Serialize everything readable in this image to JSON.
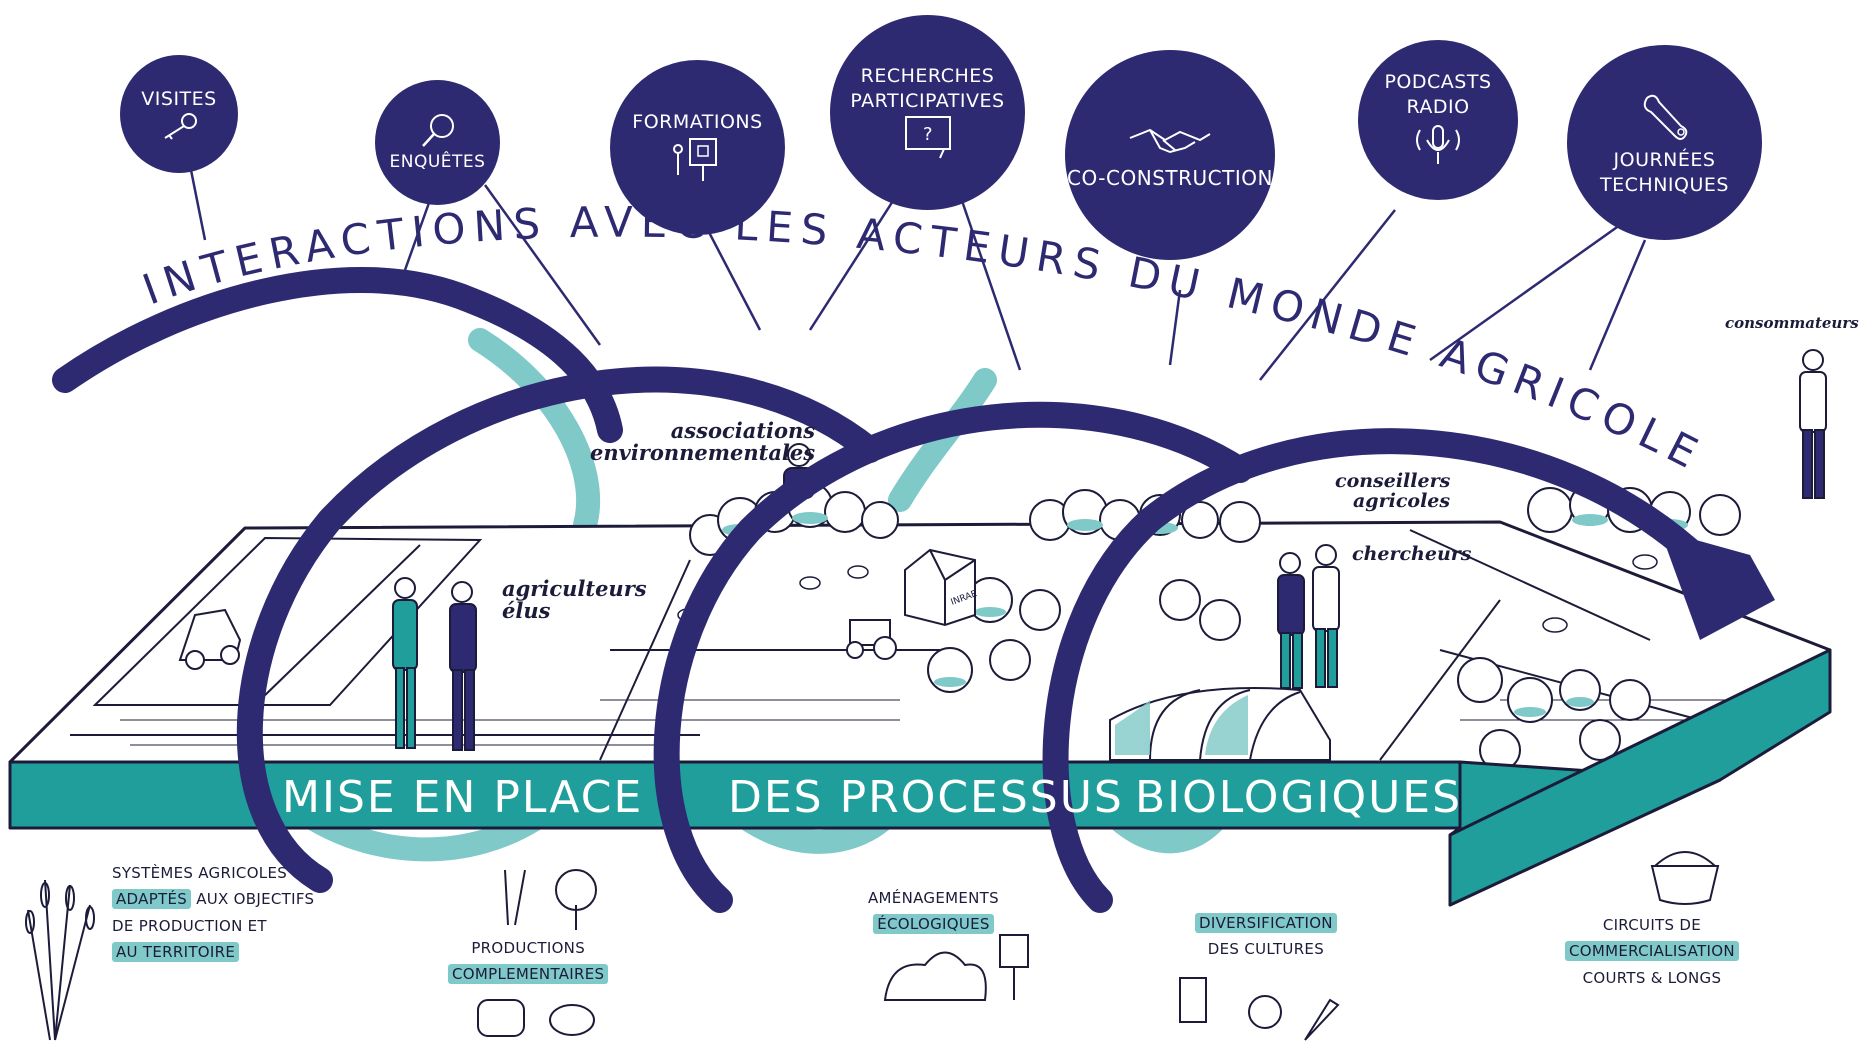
{
  "title": "INTERACTIONS AVEC LES ACTEURS DU MONDE AGRICOLE ET DU TERRITOIRE",
  "band_words": [
    "MISE EN PLACE",
    "DES PROCESSUS",
    "BIOLOGIQUES"
  ],
  "bubbles": [
    {
      "id": "visites",
      "lines": [
        "VISITES"
      ],
      "icon": "key-icon"
    },
    {
      "id": "enquetes",
      "lines": [
        "ENQUÊTES"
      ],
      "icon": "magnifier-icon"
    },
    {
      "id": "formations",
      "lines": [
        "FORMATIONS"
      ],
      "icon": "presentation-board-icon"
    },
    {
      "id": "recherches",
      "lines": [
        "RECHERCHES",
        "PARTICIPATIVES"
      ],
      "icon": "question-screen-icon"
    },
    {
      "id": "coconstruction",
      "lines": [
        "CO-CONSTRUCTION"
      ],
      "icon": "handshake-icon"
    },
    {
      "id": "podcasts",
      "lines": [
        "PODCASTS",
        "RADIO"
      ],
      "icon": "microphone-icon"
    },
    {
      "id": "journees",
      "lines": [
        "JOURNÉES",
        "TECHNIQUES"
      ],
      "icon": "wrench-icon"
    }
  ],
  "actors": [
    {
      "id": "associations",
      "lines": [
        "associations",
        "environnementales"
      ]
    },
    {
      "id": "agriculteurs",
      "lines": [
        "agriculteurs",
        "élus"
      ]
    },
    {
      "id": "conseillers",
      "lines": [
        "conseillers",
        "agricoles"
      ]
    },
    {
      "id": "chercheurs",
      "lines": [
        "chercheurs"
      ]
    },
    {
      "id": "consommateurs",
      "lines": [
        "consommateurs"
      ]
    }
  ],
  "building_label": "INRAE",
  "outcomes": [
    {
      "id": "systemes",
      "lines": [
        [
          {
            "t": "SYSTÈMES AGRICOLES",
            "hl": false
          }
        ],
        [
          {
            "t": "ADAPTÉS",
            "hl": true
          },
          {
            "t": " AUX OBJECTIFS",
            "hl": false
          }
        ],
        [
          {
            "t": "DE PRODUCTION ET",
            "hl": false
          }
        ],
        [
          {
            "t": "AU TERRITOIRE",
            "hl": true
          }
        ]
      ],
      "icon": "wheat-icon"
    },
    {
      "id": "productions",
      "lines": [
        [
          {
            "t": "PRODUCTIONS",
            "hl": false
          }
        ],
        [
          {
            "t": "COMPLEMENTAIRES",
            "hl": true
          }
        ]
      ],
      "icon": "crop-tree-cow-sheep-icon"
    },
    {
      "id": "amenagements",
      "lines": [
        [
          {
            "t": "AMÉNAGEMENTS",
            "hl": false
          }
        ],
        [
          {
            "t": "ÉCOLOGIQUES",
            "hl": true
          }
        ]
      ],
      "icon": "hedge-birdhouse-icon"
    },
    {
      "id": "diversification",
      "lines": [
        [
          {
            "t": "DIVERSIFICATION",
            "hl": true
          }
        ],
        [
          {
            "t": "DES CULTURES",
            "hl": false
          }
        ]
      ],
      "icon": "milk-rose-carrot-icon"
    },
    {
      "id": "circuits",
      "lines": [
        [
          {
            "t": "CIRCUITS DE",
            "hl": false
          }
        ],
        [
          {
            "t": "COMMERCIALISATION",
            "hl": true
          }
        ],
        [
          {
            "t": "COURTS & LONGS",
            "hl": false
          }
        ]
      ],
      "icon": "basket-icon"
    }
  ],
  "colors": {
    "navy": "#2e2a72",
    "teal": "#1f9e9c",
    "light_teal": "#7fc9c8",
    "ink": "#1c1c3a"
  }
}
